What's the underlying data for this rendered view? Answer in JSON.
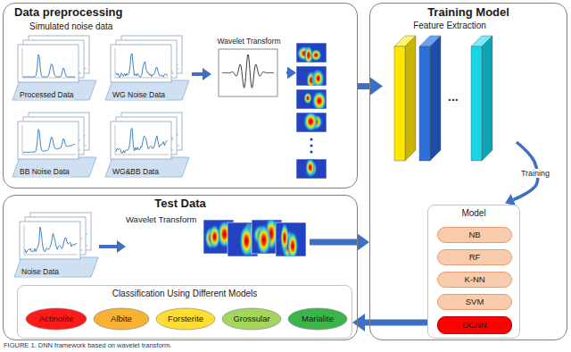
{
  "diagram": {
    "caption": "FIGURE 1. DNN framework based on wavelet transform.",
    "nodes": [
      {
        "text": [
          "Data preprocessing"
        ]
      },
      {
        "text": [
          "Simulated noise data"
        ],
        "in": 0
      },
      {
        "text": [
          "Processed Data"
        ],
        "in": 1
      },
      {
        "text": [
          "WG Noise Data"
        ],
        "in": 1
      },
      {
        "text": [
          "BB Noise Data"
        ],
        "in": 1
      },
      {
        "text": [
          "WG&BB Data"
        ],
        "in": 1
      },
      {
        "text": [
          "Wavelet Transform"
        ],
        "in": 0
      },
      {
        "text": [
          "Training Model"
        ]
      },
      {
        "text": [
          "Feature Extraction"
        ],
        "in": 7
      },
      {
        "text": [
          "Model"
        ],
        "in": 7
      },
      {
        "text": [
          "NB"
        ],
        "in": 9
      },
      {
        "text": [
          "RF"
        ],
        "in": 9
      },
      {
        "text": [
          "K-NN"
        ],
        "in": 9
      },
      {
        "text": [
          "SVM"
        ],
        "in": 9
      },
      {
        "text": [
          "DCNN"
        ],
        "in": 9
      },
      {
        "text": [
          "Test Data"
        ]
      },
      {
        "text": [
          "Noise Data"
        ],
        "in": 15
      },
      {
        "text": [
          "Wavelet Transform"
        ],
        "in": 15
      },
      {
        "text": [
          "Classification Using Different Models"
        ],
        "in": 15
      },
      {
        "text": [
          "Actinolite"
        ],
        "in": 18
      },
      {
        "text": [
          "Albite"
        ],
        "in": 18
      },
      {
        "text": [
          "Forsterite"
        ],
        "in": 18
      },
      {
        "text": [
          "Grossular"
        ],
        "in": 18
      },
      {
        "text": [
          "Marialite"
        ],
        "in": 18
      }
    ],
    "edges": [
      {
        "from": 1,
        "to": 6,
        "arrow": "to"
      },
      {
        "from": 0,
        "to": 8,
        "arrow": "to"
      },
      {
        "from": 8,
        "to": 9,
        "label": "Training",
        "arrow": "to"
      },
      {
        "from": 16,
        "to": 17,
        "arrow": "to"
      },
      {
        "from": 17,
        "to": 7,
        "arrow": "to"
      },
      {
        "from": 9,
        "to": 18,
        "arrow": "to"
      }
    ],
    "labels": [
      "..."
    ]
  }
}
